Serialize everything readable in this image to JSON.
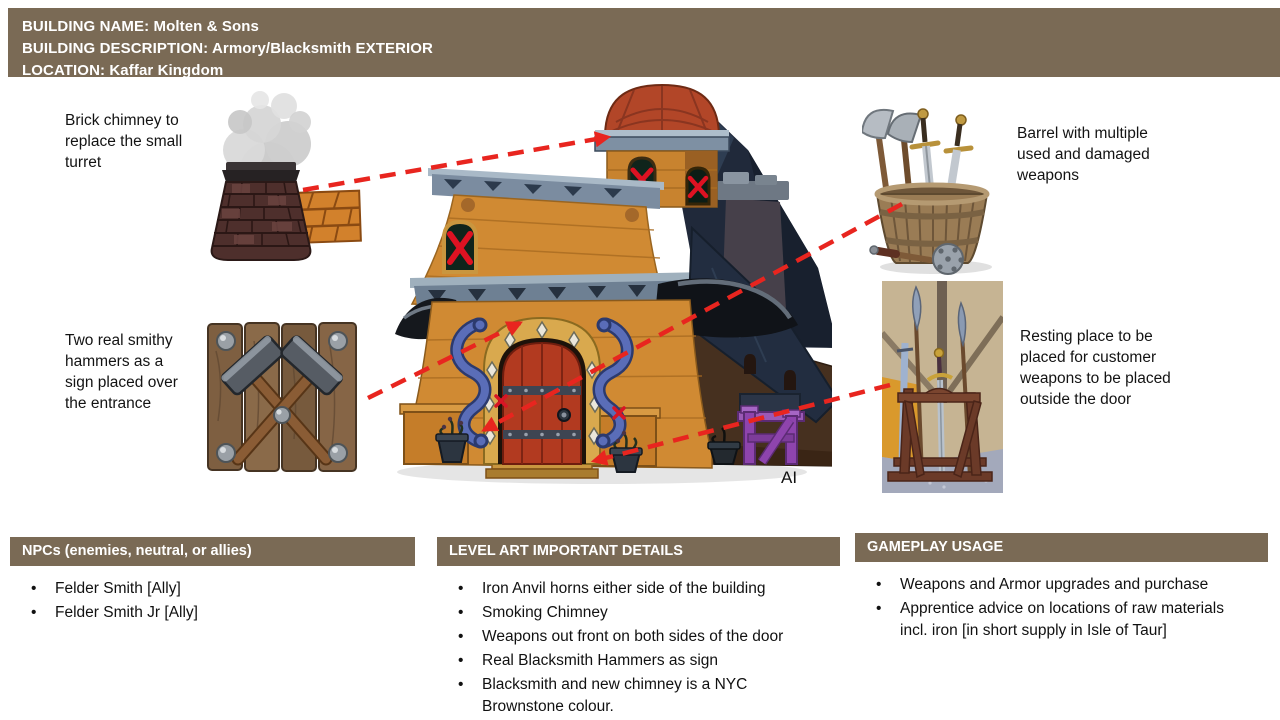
{
  "header": {
    "lines": [
      "BUILDING NAME: Molten & Sons",
      "BUILDING DESCRIPTION: Armory/Blacksmith EXTERIOR",
      "LOCATION: Kaffar Kingdom"
    ]
  },
  "annotations": {
    "chimney": {
      "text": "Brick chimney to replace the small turret",
      "image": "brick-chimney-smoke-image"
    },
    "hammers": {
      "text": "Two real smithy hammers as a sign placed over the entrance",
      "image": "crossed-hammers-sign-image"
    },
    "barrel": {
      "text": "Barrel with multiple used and damaged weapons",
      "image": "weapons-barrel-image"
    },
    "rack": {
      "text": "Resting place to be placed for customer weapons to be placed outside the door",
      "image": "weapon-rack-photo"
    }
  },
  "building": {
    "caption": "AI",
    "image": "blacksmith-building-concept-art"
  },
  "sections": [
    {
      "title": "NPCs (enemies, neutral, or allies)",
      "items": [
        "Felder Smith [Ally]",
        "Felder Smith Jr [Ally]"
      ]
    },
    {
      "title": "LEVEL ART IMPORTANT DETAILS",
      "items": [
        "Iron Anvil horns either side of the building",
        "Smoking Chimney",
        "Weapons out front on both sides of the door",
        "Real Blacksmith Hammers as sign",
        "Blacksmith and new chimney is a NYC Brownstone colour."
      ]
    },
    {
      "title": "GAMEPLAY USAGE",
      "items": [
        "Weapons and Armor upgrades and purchase",
        "Apprentice advice on locations of raw materials incl. iron [in short supply in Isle of Taur]"
      ]
    }
  ],
  "colors": {
    "header_bg": "#7a6a55",
    "panel_header_bg": "#7a6a55",
    "arrow_red": "#e8251f",
    "background": "#ffffff"
  }
}
